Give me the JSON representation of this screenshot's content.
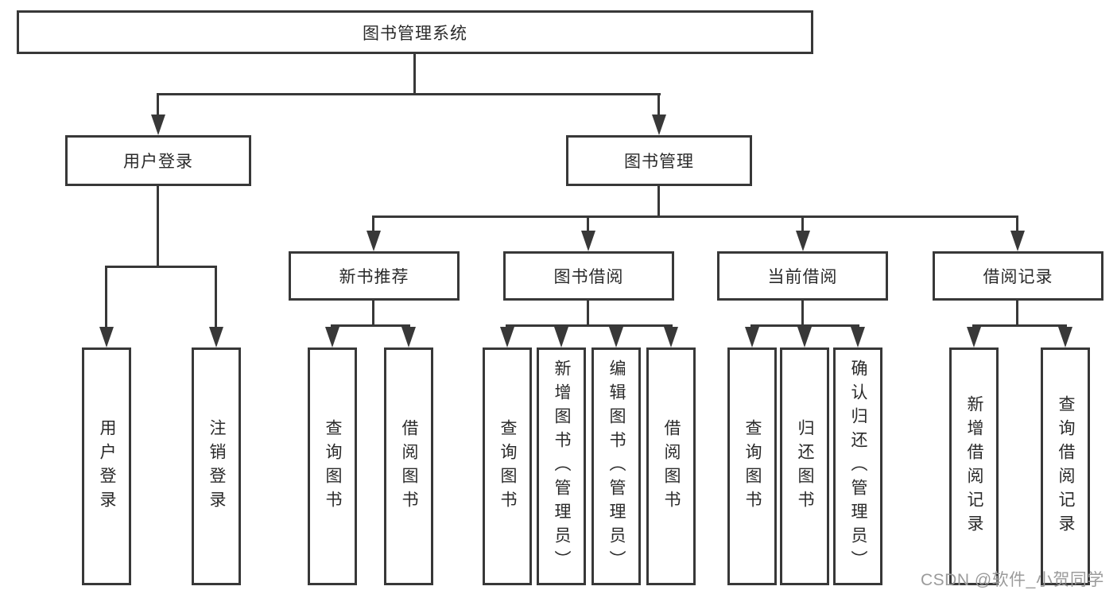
{
  "tree": {
    "label": "图书管理系统",
    "children": [
      {
        "label": "用户登录",
        "children": [
          {
            "label": "用户登录"
          },
          {
            "label": "注销登录"
          }
        ]
      },
      {
        "label": "图书管理",
        "children": [
          {
            "label": "新书推荐",
            "children": [
              {
                "label": "查询图书"
              },
              {
                "label": "借阅图书"
              }
            ]
          },
          {
            "label": "图书借阅",
            "children": [
              {
                "label": "查询图书"
              },
              {
                "label": "新增图书（管理员）"
              },
              {
                "label": "编辑图书（管理员）"
              },
              {
                "label": "借阅图书"
              }
            ]
          },
          {
            "label": "当前借阅",
            "children": [
              {
                "label": "查询图书"
              },
              {
                "label": "归还图书"
              },
              {
                "label": "确认归还（管理员）"
              }
            ]
          },
          {
            "label": "借阅记录",
            "children": [
              {
                "label": "新增借阅记录"
              },
              {
                "label": "查询借阅记录"
              }
            ]
          }
        ]
      }
    ]
  },
  "watermark": {
    "text": "CSDN @软件_小贺同学"
  },
  "colors": {
    "line": "#383838",
    "box_border": "#383838",
    "text": "#2a2a2a",
    "background": "#ffffff",
    "watermark_color": "#9b9b9b"
  }
}
